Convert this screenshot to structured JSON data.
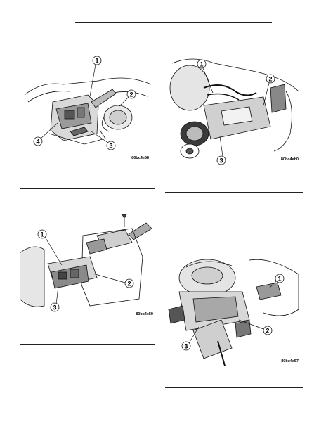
{
  "figures": [
    {
      "code": "80bc4e58",
      "callouts": [
        "1",
        "2",
        "3",
        "4"
      ]
    },
    {
      "code": "80bc4eb0",
      "callouts": [
        "1",
        "2",
        "3"
      ]
    },
    {
      "code": "80bc4e59",
      "callouts": [
        "1",
        "2",
        "3"
      ]
    },
    {
      "code": "80bc4e57",
      "callouts": [
        "1",
        "2",
        "3"
      ]
    }
  ],
  "colors": {
    "ink": "#111111",
    "paper": "#ffffff",
    "rule": "#222222"
  }
}
